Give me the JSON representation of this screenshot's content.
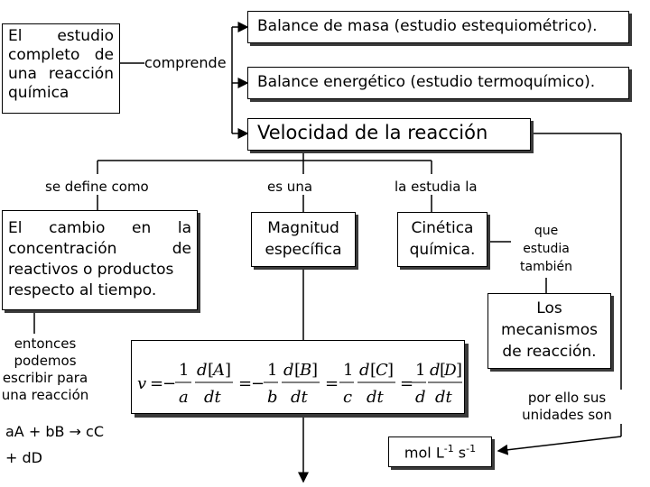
{
  "main_box": {
    "lines": [
      "El estudio",
      "completo de",
      "una reacción",
      "química"
    ]
  },
  "connector_comprende": "comprende",
  "balance_masa": "Balance de masa (estudio estequiométrico).",
  "balance_energetico": "Balance energético (estudio termoquímico).",
  "velocidad": "Velocidad de la reacción",
  "branch_labels": {
    "se_define_como": "se define como",
    "es_una": "es una",
    "la_estudia_la": "la estudia la"
  },
  "definicion_box": {
    "lines": [
      "El cambio en la",
      "concentración de",
      "reactivos o productos",
      "respecto al tiempo."
    ]
  },
  "magnitud_box": {
    "lines": [
      "Magnitud",
      "específica"
    ]
  },
  "cinetica_box": {
    "lines": [
      "Cinética",
      "química."
    ]
  },
  "que_estudia": {
    "lines": [
      "que",
      "estudia",
      "también"
    ]
  },
  "mecanismos_box": {
    "lines": [
      "Los",
      "mecanismos",
      "de reacción."
    ]
  },
  "entonces": {
    "lines": [
      "entonces",
      "podemos",
      "escribir para",
      "una reacción"
    ]
  },
  "reaction": {
    "line1": "aA + bB → cC",
    "line2": "+ dD"
  },
  "por_ello": {
    "lines": [
      "por ello sus",
      "unidades son"
    ]
  },
  "unidades": {
    "base": "mol L",
    "exp1": "-1",
    "mid": " s",
    "exp2": "-1"
  },
  "equation": {
    "v": "v",
    "eq": "=",
    "minus": "−",
    "one": "1",
    "d": "d",
    "dt": "dt",
    "coef_a": "a",
    "coef_b": "b",
    "coef_c": "c",
    "coef_d": "d",
    "A": "A",
    "B": "B",
    "C": "C",
    "D": "D"
  }
}
